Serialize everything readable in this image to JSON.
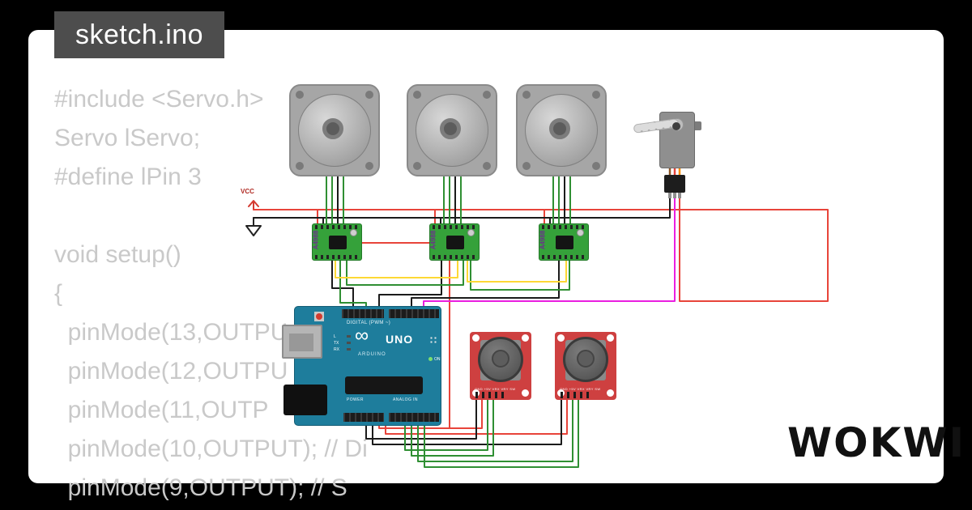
{
  "frame": {
    "bg": "#000000",
    "panel_bg": "#ffffff"
  },
  "tab": {
    "label": "sketch.ino",
    "bg": "#4d4d4d",
    "fg": "#ffffff"
  },
  "code": {
    "color": "#c9c9c9",
    "lines": [
      "#include <Servo.h>",
      "Servo lServo;",
      "#define lPin 3",
      "",
      "void setup()",
      "{",
      "  pinMode(13,OUTPU",
      "  pinMode(12,OUTPU",
      "  pinMode(11,OUTP",
      "  pinMode(10,OUTPUT); // Di",
      "  pinMode(9,OUTPUT); // S"
    ]
  },
  "power_rails": {
    "vcc_label": "VCC"
  },
  "driver": {
    "label": "A4988"
  },
  "arduino": {
    "model": "UNO",
    "brand": "ARDUINO",
    "infinity": "∞",
    "digital_label": "DIGITAL (PWM ~)",
    "analog_label": "ANALOG IN",
    "power_label": "POWER",
    "on_label": "ON",
    "led_labels": "L\nTX\nRX"
  },
  "joystick": {
    "pin_labels": "GND +5V VRX VRY SW"
  },
  "logo": {
    "text": "WOKWI"
  },
  "wire_colors": {
    "red": "#e8443a",
    "black": "#1b1b1b",
    "green": "#2f8f33",
    "yellow": "#fdd835",
    "magenta": "#ea1fe0",
    "orange": "#fb8c00",
    "brown": "#8d5524"
  }
}
